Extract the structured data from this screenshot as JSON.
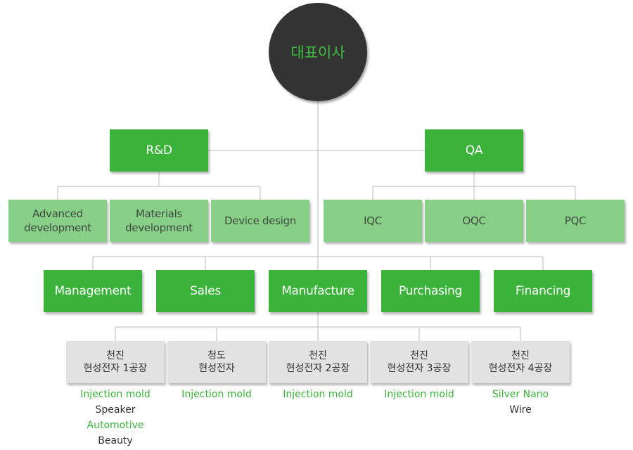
{
  "ceo": {
    "label": "대표이사"
  },
  "rd": {
    "label": "R&D",
    "children": [
      "Advanced\ndevelopment",
      "Materials\ndevelopment",
      "Device design"
    ]
  },
  "qa": {
    "label": "QA",
    "children": [
      "IQC",
      "OQC",
      "PQC"
    ]
  },
  "departments": [
    "Management",
    "Sales",
    "Manufacture",
    "Purchasing",
    "Financing"
  ],
  "factories": [
    {
      "name": "천진\n현성전자 1공장",
      "products": [
        {
          "text": "Injection mold",
          "color": "green"
        },
        {
          "text": "Speaker",
          "color": "black"
        },
        {
          "text": "Automotive",
          "color": "green"
        },
        {
          "text": "Beauty",
          "color": "black"
        }
      ]
    },
    {
      "name": "청도\n현성전자",
      "products": [
        {
          "text": "Injection mold",
          "color": "green"
        }
      ]
    },
    {
      "name": "천진\n현성전자 2공장",
      "products": [
        {
          "text": "Injection mold",
          "color": "green"
        }
      ]
    },
    {
      "name": "천진\n현성전자 3공장",
      "products": [
        {
          "text": "Injection mold",
          "color": "green"
        }
      ]
    },
    {
      "name": "천진\n현성전자 4공장",
      "products": [
        {
          "text": "Silver Nano",
          "color": "green"
        },
        {
          "text": "Wire",
          "color": "black"
        }
      ]
    }
  ],
  "colors": {
    "dark_green": "#3bb33b",
    "light_green": "#88cf88",
    "grey": "#e2e2e2",
    "ceo_circle": "#333333",
    "connector": "#bbbbbb"
  }
}
